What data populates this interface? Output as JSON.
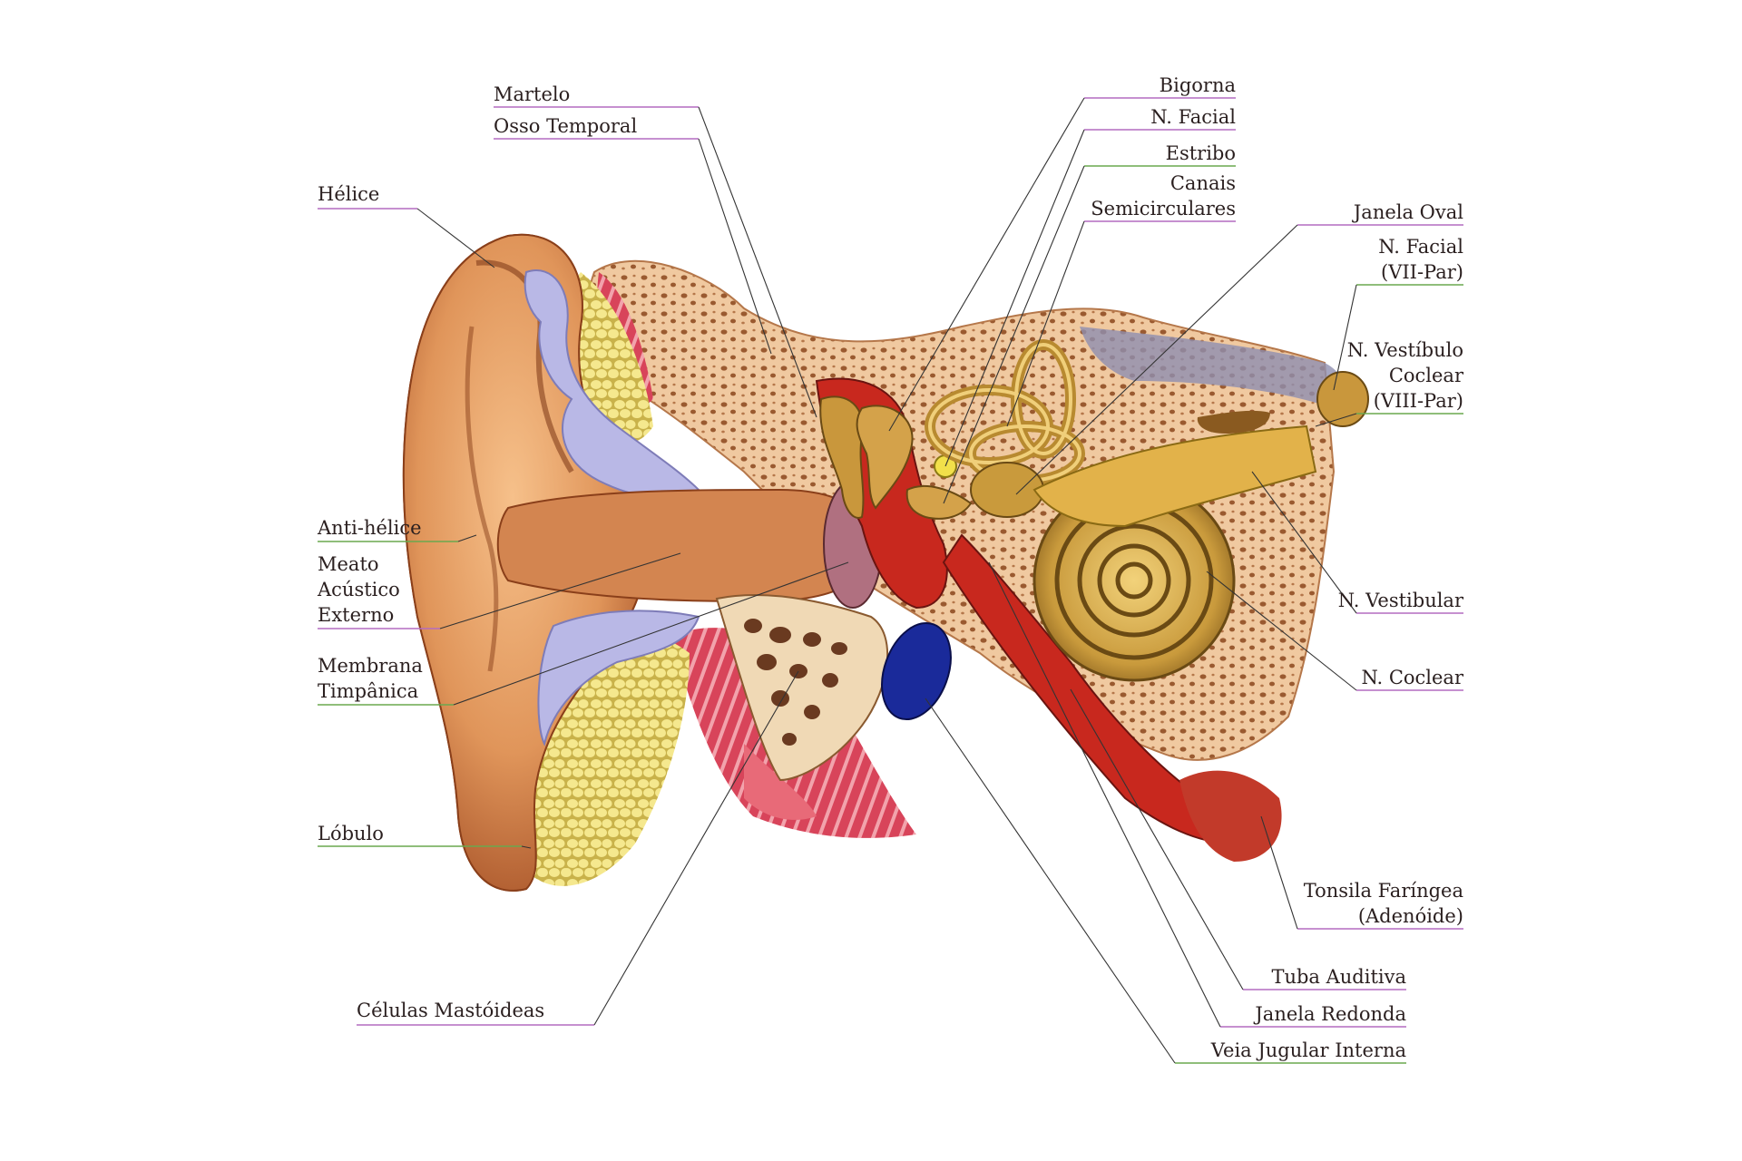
{
  "labels": {
    "helice": "Hélice",
    "martelo": "Martelo",
    "osso_temporal": "Osso Temporal",
    "anti_helice": "Anti-hélice",
    "meato": [
      "Meato",
      "Acústico",
      "Externo"
    ],
    "membrana": [
      "Membrana",
      "Timpânica"
    ],
    "lobulo": "Lóbulo",
    "celulas": "Células Mastóideas",
    "bigorna": "Bigorna",
    "n_facial_top": "N. Facial",
    "estribo": "Estribo",
    "canais": [
      "Canais",
      "Semicirculares"
    ],
    "janela_oval": "Janela Oval",
    "n_facial_vii": [
      "N. Facial",
      "(VII-Par)"
    ],
    "n_vestibulo": [
      "N. Vestíbulo",
      "Coclear",
      "(VIII-Par)"
    ],
    "n_vestibular": "N. Vestibular",
    "n_coclear": "N. Coclear",
    "tonsila": [
      "Tonsila Faríngea",
      "(Adenóide)"
    ],
    "tuba": "Tuba Auditiva",
    "janela_redonda": "Janela Redonda",
    "veia": "Veia Jugular Interna"
  },
  "colors": {
    "skin": "#e0955a",
    "skin_dark": "#b8622e",
    "cartilage": "#b9b8e6",
    "fat": "#f0e27a",
    "bone": "#f0c9a0",
    "bone_pore": "#8a4e2a",
    "muscle": "#d8445a",
    "canal_red": "#c8281e",
    "cochlea": "#c99a3c",
    "vein": "#1a2a9a",
    "underline_purple": "#b46cc0",
    "underline_green": "#6aa84f",
    "leader": "#333333"
  }
}
